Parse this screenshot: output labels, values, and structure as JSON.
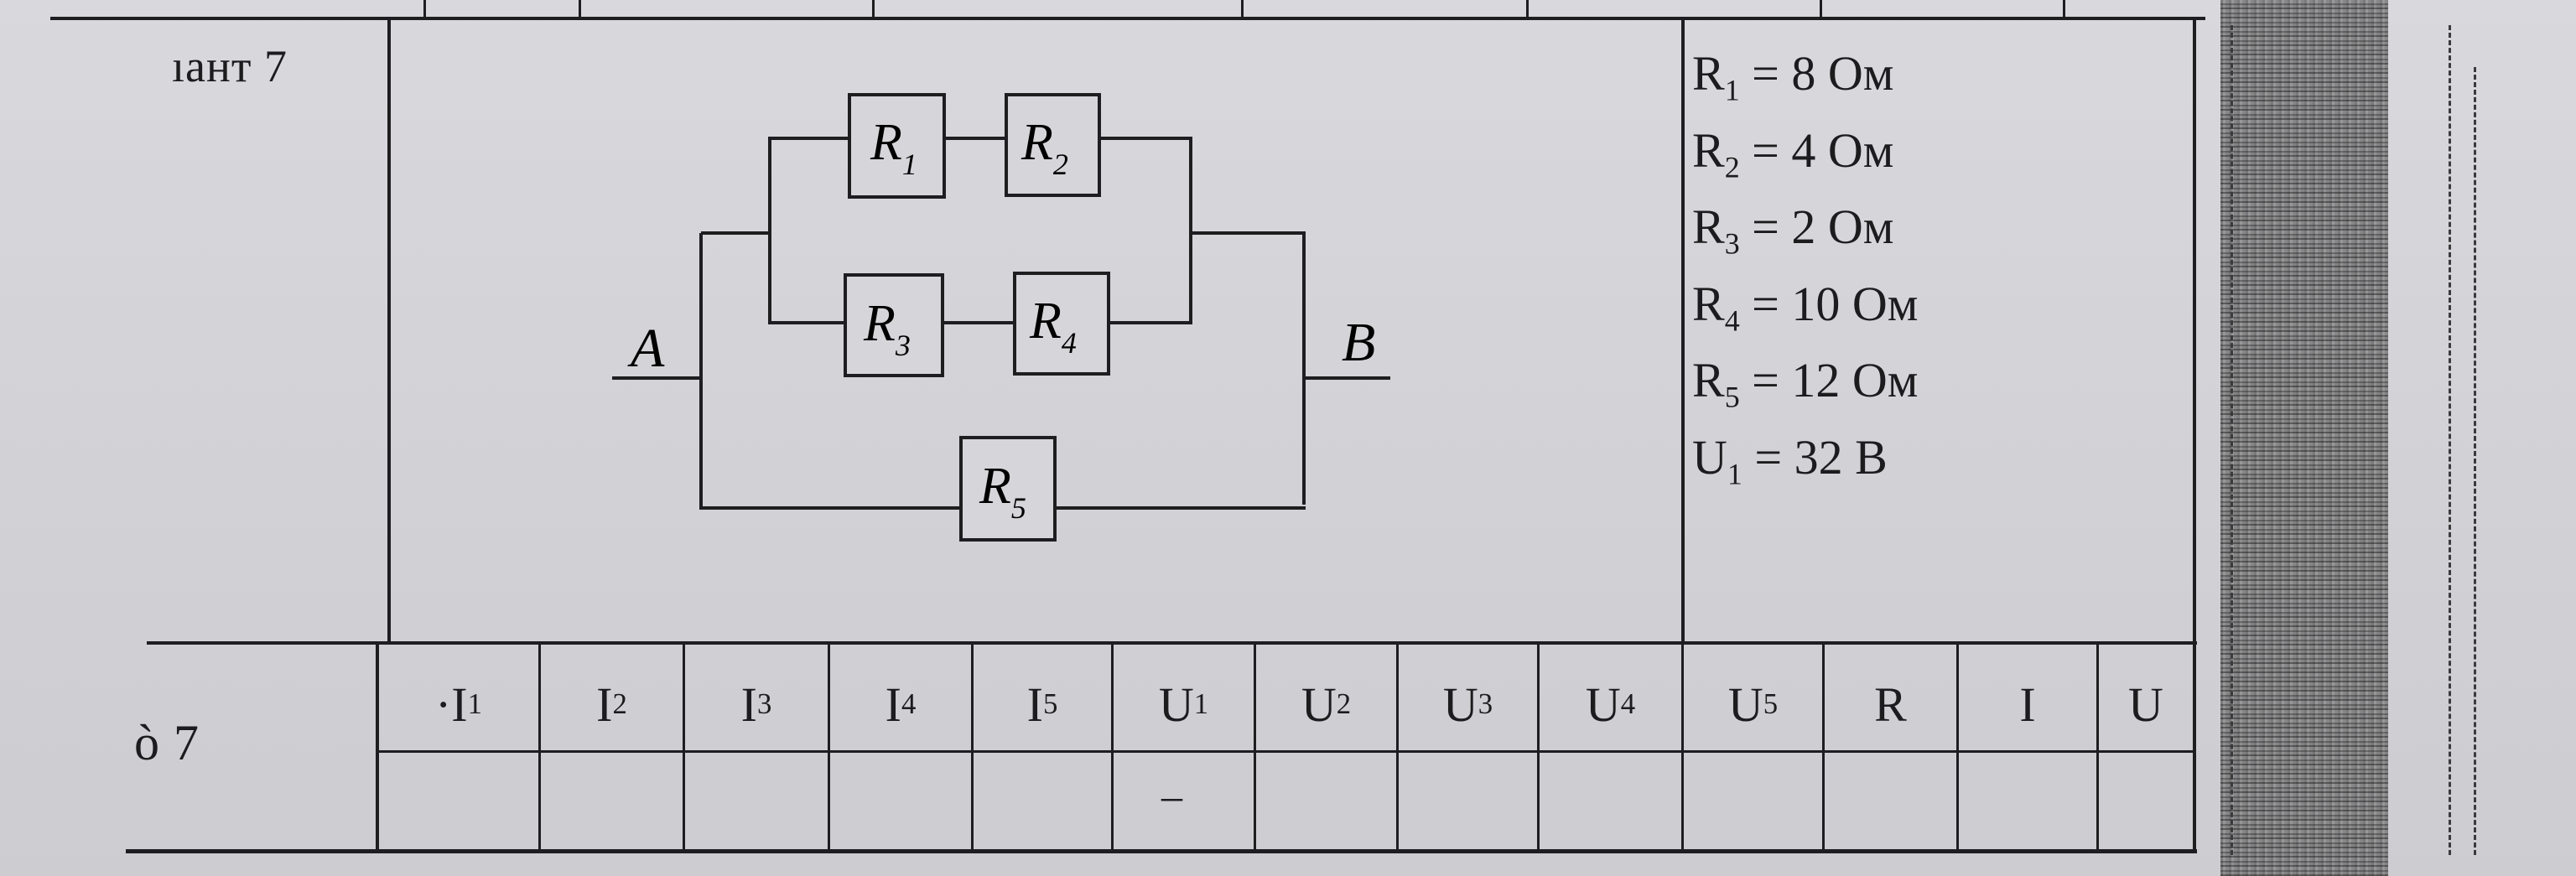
{
  "variant": {
    "top_label": "ıант 7",
    "row_label": "ò 7"
  },
  "given": [
    {
      "sym": "R",
      "sub": "1",
      "rest": " = 8 Ом"
    },
    {
      "sym": "R",
      "sub": "2",
      "rest": " = 4 Ом"
    },
    {
      "sym": "R",
      "sub": "3",
      "rest": " = 2 Ом"
    },
    {
      "sym": "R",
      "sub": "4",
      "rest": " = 10 Ом"
    },
    {
      "sym": "R",
      "sub": "5",
      "rest": " = 12 Ом"
    },
    {
      "sym": "U",
      "sub": "1",
      "rest": " = 32 В"
    }
  ],
  "circuit": {
    "node_a": "A",
    "node_b": "B",
    "resistors": [
      {
        "sym": "R",
        "sub": "1"
      },
      {
        "sym": "R",
        "sub": "2"
      },
      {
        "sym": "R",
        "sub": "3"
      },
      {
        "sym": "R",
        "sub": "4"
      },
      {
        "sym": "R",
        "sub": "5"
      }
    ]
  },
  "table": {
    "headers": [
      {
        "sym": "·I",
        "sub": "1"
      },
      {
        "sym": "I",
        "sub": "2"
      },
      {
        "sym": "I",
        "sub": "3"
      },
      {
        "sym": "I",
        "sub": "4"
      },
      {
        "sym": "I",
        "sub": "5"
      },
      {
        "sym": "U",
        "sub": "1"
      },
      {
        "sym": "U",
        "sub": "2"
      },
      {
        "sym": "U",
        "sub": "3"
      },
      {
        "sym": "U",
        "sub": "4"
      },
      {
        "sym": "U",
        "sub": "5"
      },
      {
        "sym": "R",
        "sub": ""
      },
      {
        "sym": "I",
        "sub": ""
      },
      {
        "sym": "U",
        "sub": ""
      }
    ],
    "answer_marks": [
      "",
      "",
      "",
      "",
      "",
      "–",
      "",
      "",
      "",
      "",
      "",
      "",
      ""
    ]
  }
}
